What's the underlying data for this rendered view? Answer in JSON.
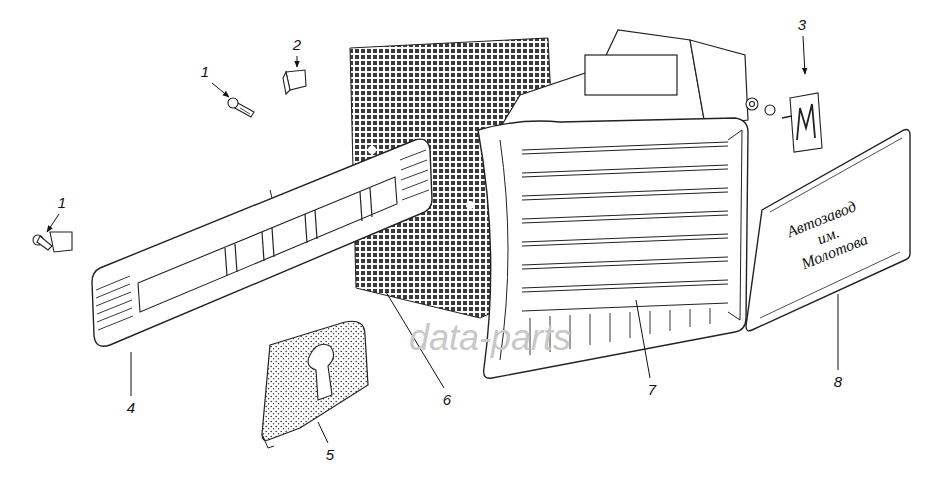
{
  "diagram": {
    "labels": [
      "1",
      "2",
      "1",
      "3",
      "4",
      "5",
      "6",
      "7",
      "8",
      "Автозавод им. Молотова",
      "data-parts"
    ]
  }
}
